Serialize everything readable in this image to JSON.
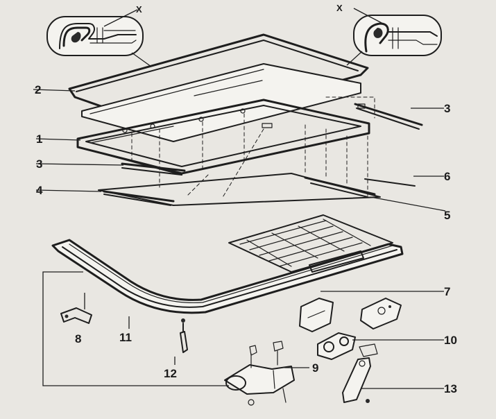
{
  "callouts": [
    {
      "id": "x-left",
      "text": "X"
    },
    {
      "id": "x-right",
      "text": "X"
    },
    {
      "id": "c2",
      "text": "2"
    },
    {
      "id": "c1",
      "text": "1"
    },
    {
      "id": "c3-left",
      "text": "3"
    },
    {
      "id": "c4",
      "text": "4"
    },
    {
      "id": "c3-right",
      "text": "3"
    },
    {
      "id": "c6",
      "text": "6"
    },
    {
      "id": "c5",
      "text": "5"
    },
    {
      "id": "c7",
      "text": "7"
    },
    {
      "id": "c10",
      "text": "10"
    },
    {
      "id": "c9",
      "text": "9"
    },
    {
      "id": "c8",
      "text": "8"
    },
    {
      "id": "c11",
      "text": "11"
    },
    {
      "id": "c13",
      "text": "13"
    },
    {
      "id": "c12",
      "text": "12"
    }
  ]
}
